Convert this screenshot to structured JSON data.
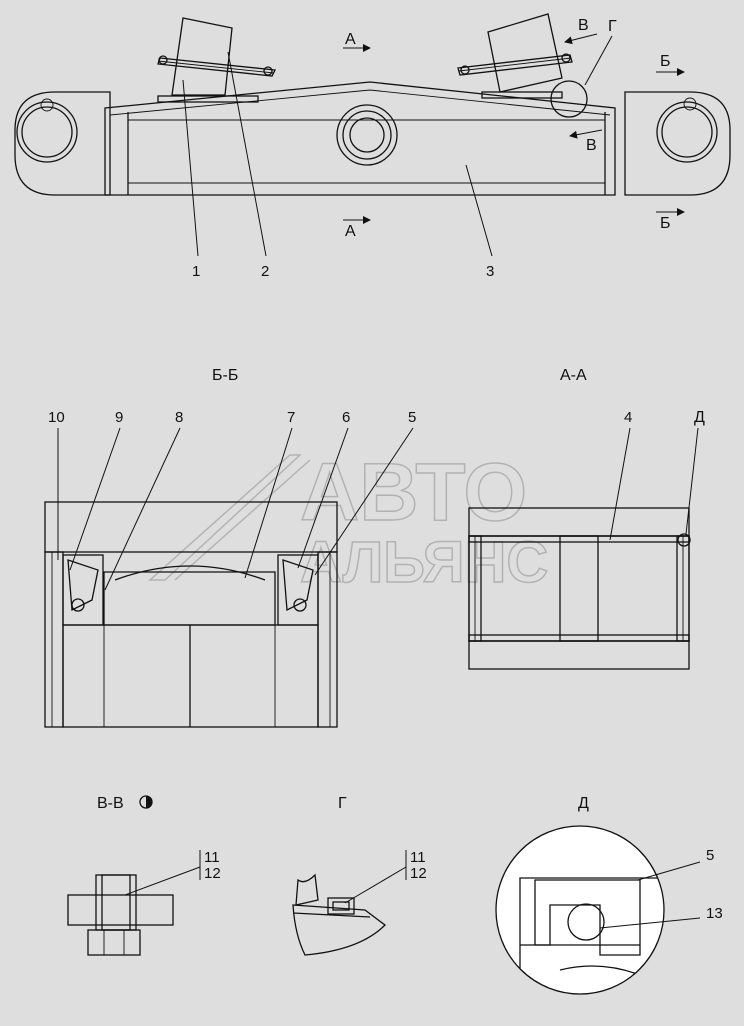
{
  "section_titles": {
    "bb": "Б-Б",
    "aa": "А-А",
    "vv": "В-В",
    "g": "Г",
    "d": "Д"
  },
  "view_markers": {
    "a_top": "А",
    "a_bottom": "А",
    "b_top": "Б",
    "b_bottom": "Б",
    "v_top": "В",
    "v_bottom": "В",
    "g_callout": "Г",
    "d_callout": "Д"
  },
  "callouts": {
    "top": [
      "1",
      "2",
      "3"
    ],
    "bb": [
      "10",
      "9",
      "8",
      "7",
      "6",
      "5"
    ],
    "aa": [
      "4"
    ],
    "vv": [
      "11",
      "12"
    ],
    "g": [
      "11",
      "12"
    ],
    "d": [
      "5",
      "13"
    ]
  },
  "watermark": {
    "line1": "АВТО",
    "line2": "АЛЬЯНС"
  }
}
